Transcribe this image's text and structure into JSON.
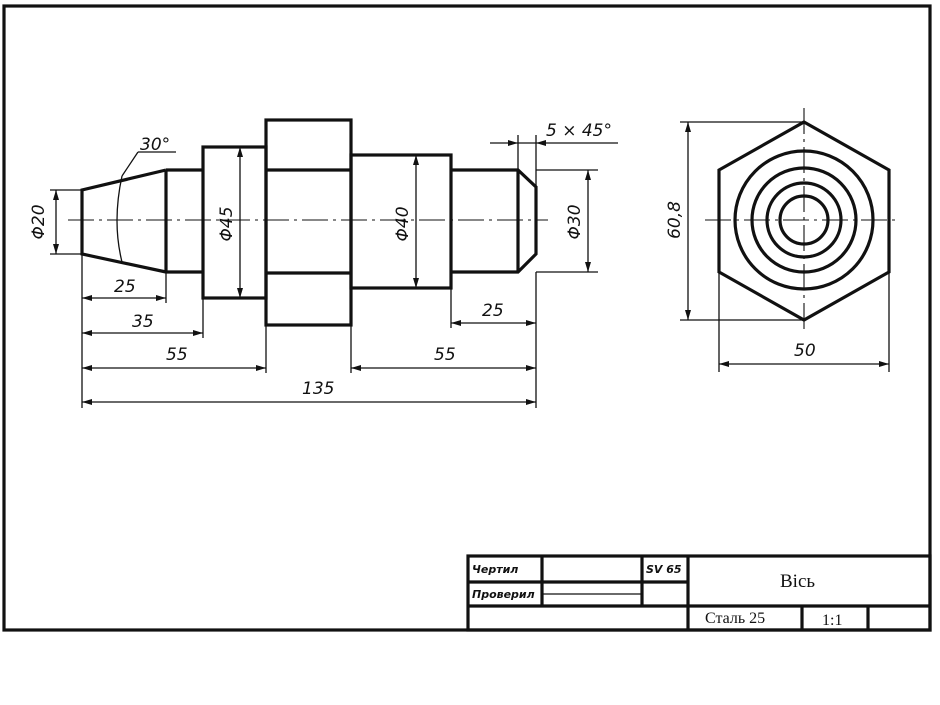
{
  "dimensions": {
    "d20": "Φ20",
    "d45": "Φ45",
    "d40": "Φ40",
    "d30": "Φ30",
    "angle": "30°",
    "chamfer": "5 × 45°",
    "l25a": "25",
    "l35": "35",
    "l55a": "55",
    "l55b": "55",
    "l25b": "25",
    "l135": "135",
    "across_corners": "60,8",
    "across_flats": "50"
  },
  "title_block": {
    "drawn_label": "Чертил",
    "checked_label": "Проверил",
    "sheet_code": "SV 65",
    "part_name": "Вісь",
    "material": "Сталь 25",
    "scale": "1:1"
  }
}
